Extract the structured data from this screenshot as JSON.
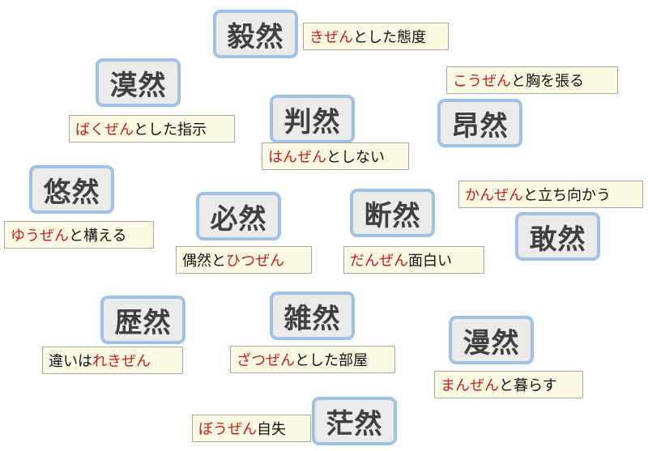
{
  "colors": {
    "reading_red": "#d01a1a",
    "box_border_blue": "#9fc2e6",
    "box_fill_gray": "#ecebea",
    "note_fill": "#fdfbe3"
  },
  "items": [
    {
      "word": "毅然",
      "pre": "",
      "reading": "きぜん",
      "post": "とした態度"
    },
    {
      "word": "漠然",
      "pre": "",
      "reading": "ばくぜん",
      "post": "とした指示"
    },
    {
      "word": "昂然",
      "pre": "",
      "reading": "こうぜん",
      "post": "と胸を張る"
    },
    {
      "word": "判然",
      "pre": "",
      "reading": "はんぜん",
      "post": "としない"
    },
    {
      "word": "悠然",
      "pre": "",
      "reading": "ゆうぜん",
      "post": "と構える"
    },
    {
      "word": "必然",
      "pre": "偶然と",
      "reading": "ひつぜん",
      "post": ""
    },
    {
      "word": "断然",
      "pre": "",
      "reading": "だんぜん",
      "post": "面白い"
    },
    {
      "word": "敢然",
      "pre": "",
      "reading": "かんぜん",
      "post": "と立ち向かう"
    },
    {
      "word": "歴然",
      "pre": "違いは",
      "reading": "れきぜん",
      "post": ""
    },
    {
      "word": "雑然",
      "pre": "",
      "reading": "ざつぜん",
      "post": "とした部屋"
    },
    {
      "word": "漫然",
      "pre": "",
      "reading": "まんぜん",
      "post": "と暮らす"
    },
    {
      "word": "茫然",
      "pre": "",
      "reading": "ぼうぜん",
      "post": "自失"
    }
  ]
}
